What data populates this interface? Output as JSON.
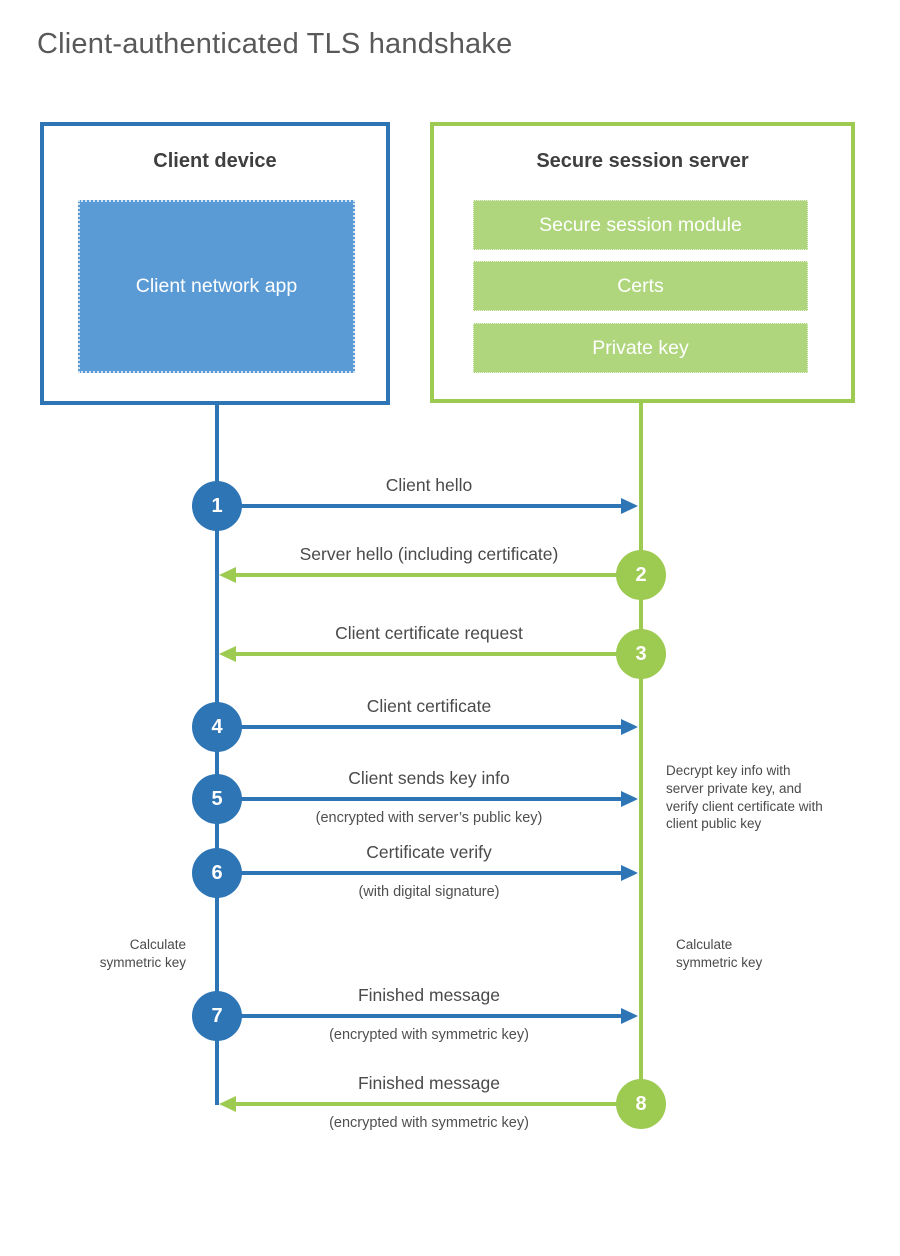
{
  "title": "Client-authenticated TLS handshake",
  "client": {
    "title": "Client device",
    "app_label": "Client network app"
  },
  "server": {
    "title": "Secure session server",
    "modules": [
      "Secure session module",
      "Certs",
      "Private key"
    ]
  },
  "steps": [
    {
      "num": "1",
      "label": "Client hello",
      "sub": "",
      "direction": "client-to-server",
      "color": "blue"
    },
    {
      "num": "2",
      "label": "Server hello (including certificate)",
      "sub": "",
      "direction": "server-to-client",
      "color": "green"
    },
    {
      "num": "3",
      "label": "Client certificate request",
      "sub": "",
      "direction": "server-to-client",
      "color": "green"
    },
    {
      "num": "4",
      "label": "Client certificate",
      "sub": "",
      "direction": "client-to-server",
      "color": "blue"
    },
    {
      "num": "5",
      "label": "Client sends key info",
      "sub": "(encrypted with server’s public key)",
      "direction": "client-to-server",
      "color": "blue"
    },
    {
      "num": "6",
      "label": "Certificate verify",
      "sub": "(with digital signature)",
      "direction": "client-to-server",
      "color": "blue"
    },
    {
      "num": "7",
      "label": "Finished message",
      "sub": "(encrypted with symmetric key)",
      "direction": "client-to-server",
      "color": "blue"
    },
    {
      "num": "8",
      "label": "Finished message",
      "sub": "(encrypted with symmetric key)",
      "direction": "server-to-client",
      "color": "green"
    }
  ],
  "annotations": {
    "decrypt_note": "Decrypt key info with server private key, and verify client certificate with client public key",
    "calc_left": "Calculate symmetric key",
    "calc_right": "Calculate symmetric key"
  },
  "colors": {
    "blue": "#2e75b6",
    "blue_fill": "#5b9bd5",
    "green": "#9dca50",
    "green_fill": "#afd67d"
  }
}
